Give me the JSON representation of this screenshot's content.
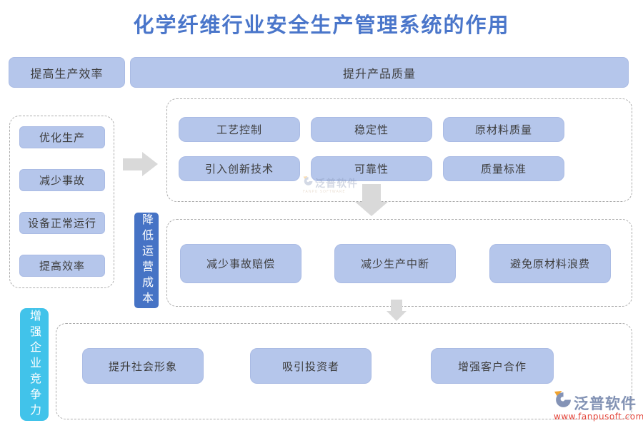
{
  "title": "化学纤维行业安全生产管理系统的作用",
  "colors": {
    "node_fill": "#b5c6eb",
    "title_blue": "#4a76ca",
    "cost_label_blue": "#4673c5",
    "competitive_label_cyan": "#41c3ea",
    "arrow_gray": "#d9d9d9",
    "logo_slate": "#8292b4",
    "logo_url_red": "#e4473c"
  },
  "top_row": {
    "efficiency": "提高生产效率",
    "quality": "提升产品质量"
  },
  "left_panel": {
    "items": [
      "优化生产",
      "减少事故",
      "设备正常运行",
      "提高效率"
    ]
  },
  "quality_box": {
    "rows": [
      [
        "工艺控制",
        "稳定性",
        "原材料质量"
      ],
      [
        "引入创新技术",
        "可靠性",
        "质量标准"
      ]
    ]
  },
  "cost_section": {
    "label": "降低运营成本",
    "items": [
      "减少事故赔偿",
      "减少生产中断",
      "避免原材料浪费"
    ]
  },
  "competitive_section": {
    "label": "增强企业竞争力",
    "items": [
      "提升社会形象",
      "吸引投资者",
      "增强客户合作"
    ]
  },
  "watermark": {
    "name": "泛普软件",
    "subtitle": "FANPU SOFTWARE"
  },
  "logo": {
    "name": "泛普软件",
    "url": "www.fanpusoft.com"
  }
}
